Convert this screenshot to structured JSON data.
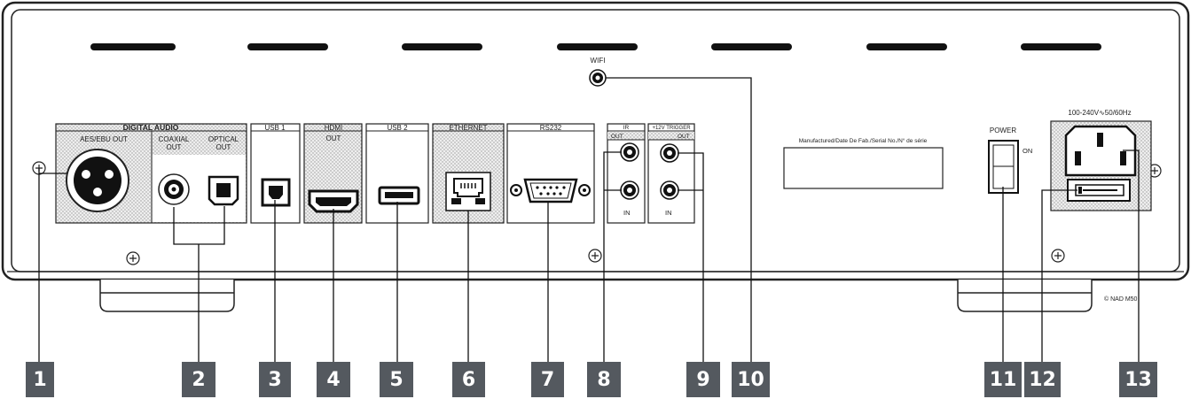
{
  "sections": {
    "digital_audio": "DIGITAL AUDIO",
    "aes_ebu_out": "AES/EBU OUT",
    "coaxial": "COAXIAL",
    "optical": "OPTICAL",
    "out": "OUT",
    "usb1": "USB 1",
    "hdmi": "HDMI",
    "hdmi_out": "OUT",
    "usb2": "USB 2",
    "ethernet": "ETHERNET",
    "rs232": "RS232",
    "ir": "IR",
    "trigger": "+12V TRIGGER",
    "ir_out": "OUT",
    "ir_in": "IN",
    "trig_out": "OUT",
    "trig_in": "IN",
    "wifi": "WIFI",
    "manufactured": "Manufactured/Date De Fab./Serial No./N° de série",
    "power": "POWER",
    "on": "ON",
    "voltage": "100-240V∿50/60Hz",
    "copyright": "© NAD  M50"
  },
  "callouts": [
    "1",
    "2",
    "3",
    "4",
    "5",
    "6",
    "7",
    "8",
    "9",
    "10",
    "11",
    "12",
    "13"
  ],
  "colors": {
    "badge": "#54595f",
    "panel_outline": "#222222",
    "shaded": "#e6e6e6"
  }
}
